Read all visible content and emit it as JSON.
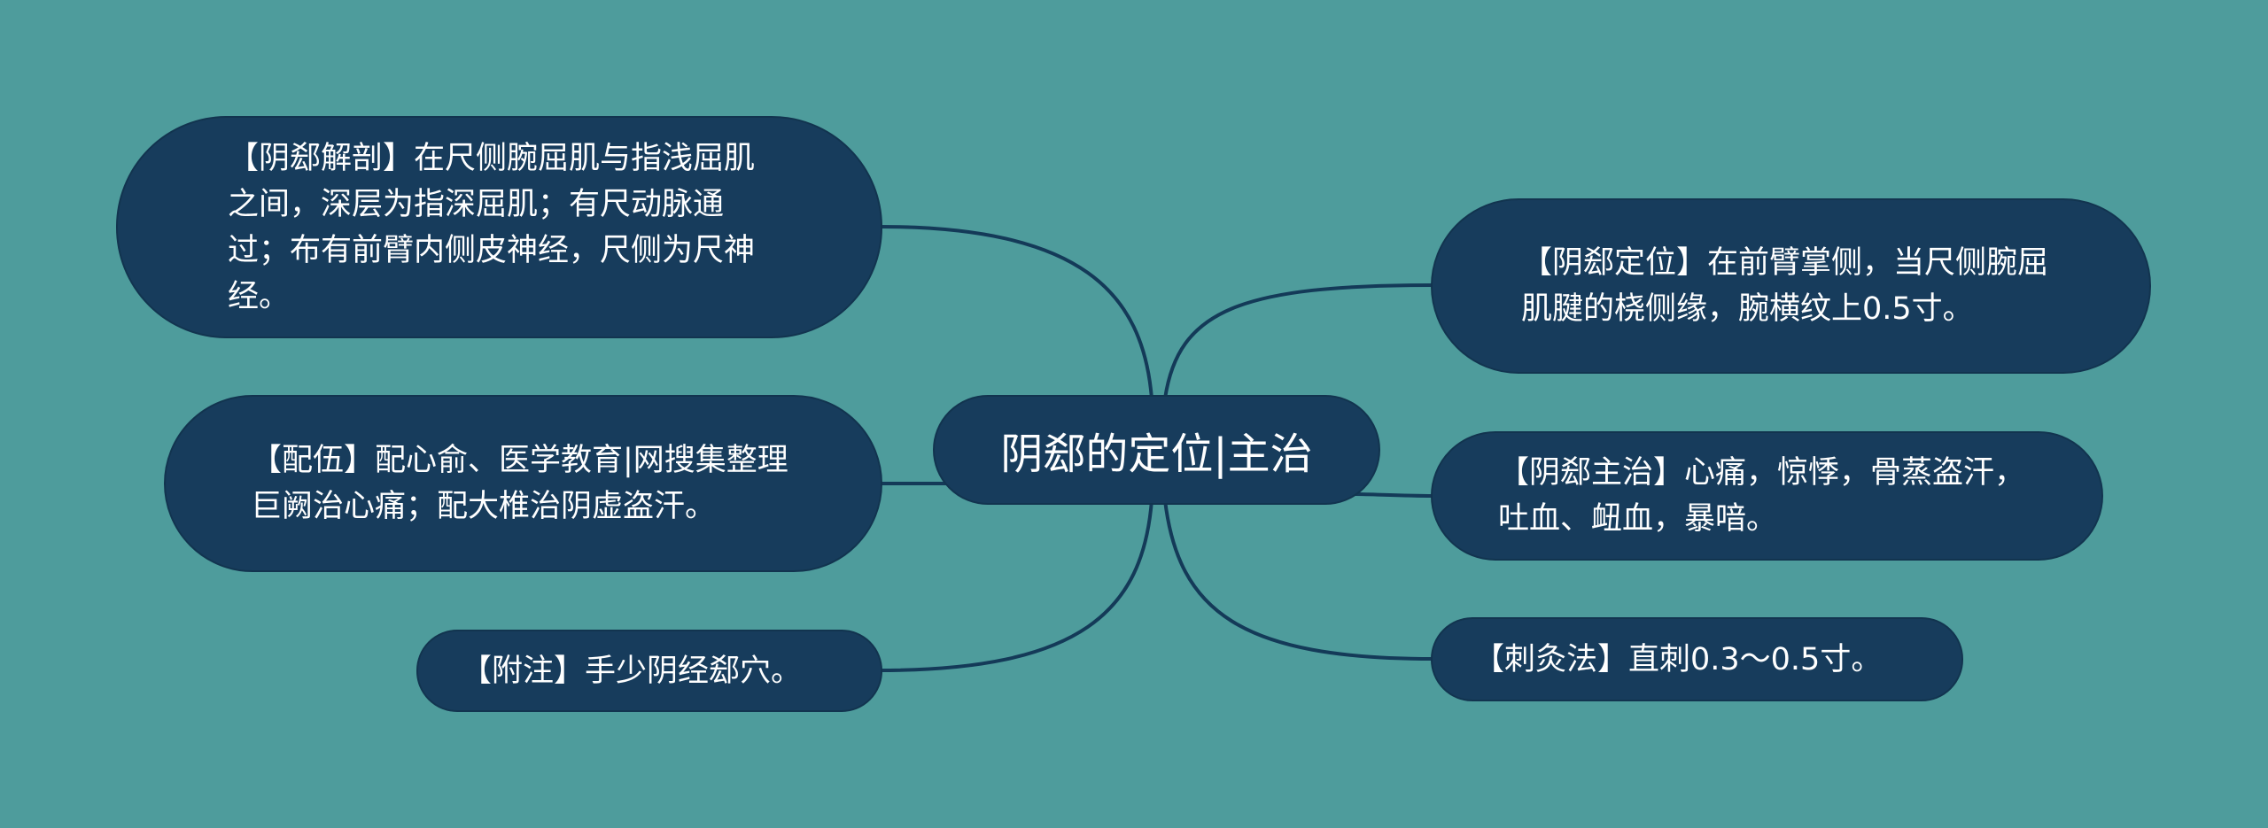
{
  "central": {
    "title": "阴郄的定位|主治"
  },
  "left_nodes": [
    {
      "id": "anatomy",
      "text": "【阴郄解剖】在尺侧腕屈肌与指浅屈肌之间，深层为指深屈肌；有尺动脉通过；布有前臂内侧皮神经，尺侧为尺神经。"
    },
    {
      "id": "combination",
      "text": "【配伍】配心俞、医学教育|网搜集整理巨阙治心痛；配大椎治阴虚盗汗。"
    },
    {
      "id": "note",
      "text": "【附注】手少阴经郄穴。"
    }
  ],
  "right_nodes": [
    {
      "id": "location",
      "text": "【阴郄定位】在前臂掌侧，当尺侧腕屈肌腱的桡侧缘，腕横纹上0.5寸。"
    },
    {
      "id": "indications",
      "text": "【阴郄主治】心痛，惊悸，骨蒸盗汗，吐血、衄血，暴喑。"
    },
    {
      "id": "needling",
      "text": "【刺灸法】直刺0.3～0.5寸。"
    }
  ],
  "colors": {
    "background": "#4e9c9c",
    "node_fill": "#173c5c",
    "node_border": "#12344f",
    "connector": "#143a58",
    "text": "#ffffff"
  }
}
